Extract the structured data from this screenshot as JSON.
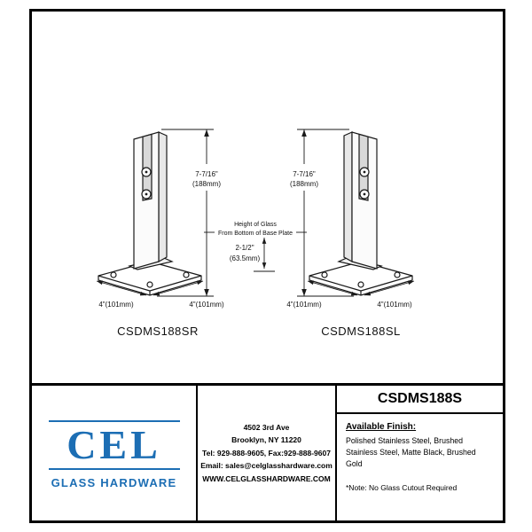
{
  "drawing": {
    "left_unit": {
      "label": "CSDMS188SR",
      "height_dim_in": "7-7/16\"",
      "height_dim_mm": "(188mm)",
      "base_dim_left": "4\"(101mm)",
      "base_dim_right": "4\"(101mm)"
    },
    "right_unit": {
      "label": "CSDMS188SL",
      "height_dim_in": "7-7/16\"",
      "height_dim_mm": "(188mm)",
      "base_dim_left": "4\"(101mm)",
      "base_dim_right": "4\"(101mm)"
    },
    "center_note": {
      "line1": "Height of Glass",
      "line2": "From Bottom of Base Plate",
      "dim_in": "2-1/2\"",
      "dim_mm": "(63.5mm)"
    }
  },
  "title_block": {
    "logo": {
      "brand": "CEL",
      "tagline": "GLASS HARDWARE",
      "color": "#1c6eb4"
    },
    "contact": {
      "lines": [
        "4502 3rd Ave",
        "Brooklyn, NY 11220",
        "Tel: 929-888-9605, Fax:929-888-9607",
        "Email: sales@celglasshardware.com",
        "WWW.CELGLASSHARDWARE.COM"
      ]
    },
    "part": {
      "number": "CSDMS188S",
      "finish_heading": "Available Finish:",
      "finish_text": "Polished Stainless Steel, Brushed Stainless Steel, Matte Black, Brushed Gold",
      "note": "*Note: No Glass Cutout Required"
    }
  }
}
